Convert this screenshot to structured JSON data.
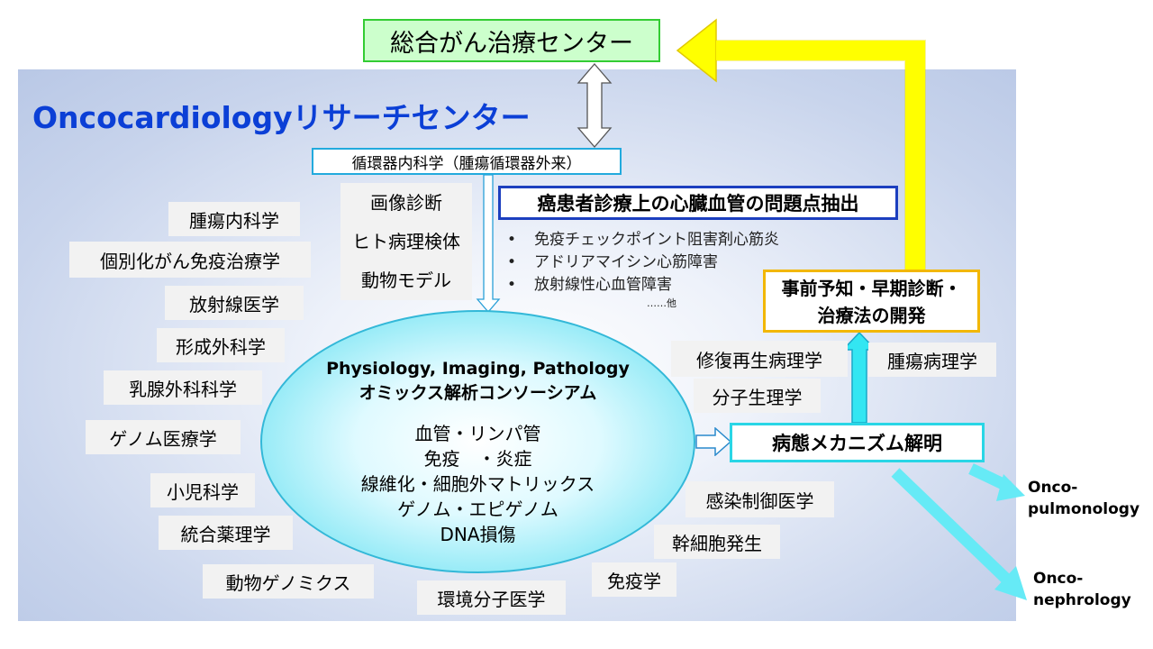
{
  "top_center": "総合がん治療センター",
  "research_center_title": "Oncocardiologyリサーチセンター",
  "cardiology_box": "循環器内科学（腫瘍循環器外来）",
  "methods": [
    "画像診断",
    "ヒト病理検体",
    "動物モデル"
  ],
  "problem_box": "癌患者診療上の心臓血管の問題点抽出",
  "problems": [
    "免疫チェックポイント阻害剤心筋炎",
    "アドリアマイシン心筋障害",
    "放射線性心血管障害"
  ],
  "problems_etc": "……他",
  "bullet_mark": "•",
  "prevention_box": [
    "事前予知・早期診断・",
    "治療法の開発"
  ],
  "mechanism_box": "病態メカニズム解明",
  "consortium": {
    "title_en": "Physiology, Imaging, Pathology",
    "title_ja": "オミックス解析コンソーシアム",
    "topics": [
      "血管・リンパ管",
      "免疫　・炎症",
      "線維化・細胞外マトリックス",
      "ゲノム・エピゲノム",
      "DNA損傷"
    ]
  },
  "left_fields": [
    "腫瘍内科学",
    "個別化がん免疫治療学",
    "放射線医学",
    "形成外科学",
    "乳腺外科科学",
    "ゲノム医療学",
    "小児科学",
    "統合薬理学",
    "動物ゲノミクス"
  ],
  "bottom_fields": [
    "環境分子医学",
    "免疫学"
  ],
  "right_fields": [
    "修復再生病理学",
    "腫瘍病理学",
    "分子生理学",
    "感染制御医学",
    "幹細胞発生"
  ],
  "onco_pulmonology": [
    "Onco-",
    "pulmonology"
  ],
  "onco_nephrology": [
    "Onco-",
    "nephrology"
  ],
  "colors": {
    "title_blue": "#0b3fd6",
    "green_box": "#ccffcc",
    "yellow_arrow": "#ffff00",
    "cyan_arrow": "#33e0f0"
  }
}
